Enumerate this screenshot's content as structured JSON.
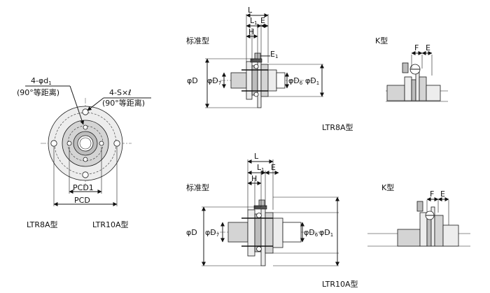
{
  "labels": {
    "hole_spec": "4-φd",
    "hole_sub": "1",
    "hole_note": "(90°等距离)",
    "tap_spec": "4-S×ℓ",
    "tap_note": "(90°等距离)",
    "pcd1": "PCD1",
    "pcd": "PCD",
    "model_8": "LTR8A型",
    "model_10": "LTR10A型",
    "standard_top": "标准型",
    "standard_bottom": "标准型",
    "k_top": "K型",
    "k_bottom": "K型",
    "caption_top": "LTR8A型",
    "caption_bottom": "LTR10A型",
    "dim_L": "L",
    "dim_L1": "L",
    "dim_L1_sub": "1",
    "dim_E": "E",
    "dim_H": "H",
    "dim_E1": "E",
    "dim_E1_sub": "1",
    "dim_phiD": "φD",
    "dim_phiD7": "φD",
    "dim_phiD7_sub": "7",
    "dim_phiD6": "φD",
    "dim_phiD6_sub": "6",
    "dim_phiD1": "φD",
    "dim_phiD1_sub": "1",
    "dim_F": "F",
    "dim_E_k": "E"
  }
}
